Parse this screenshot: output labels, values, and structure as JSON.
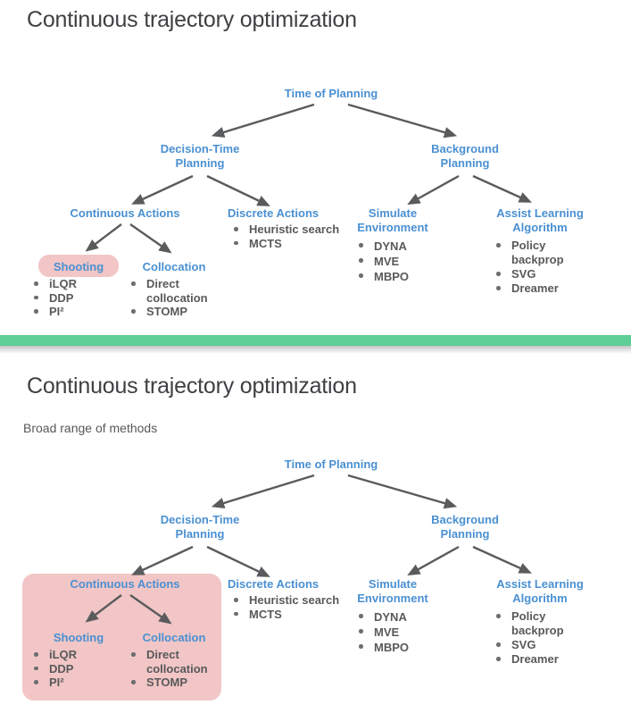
{
  "slide1": {
    "title": "Continuous trajectory optimization"
  },
  "slide2": {
    "title": "Continuous trajectory optimization",
    "subtitle": "Broad range of methods"
  },
  "tree": {
    "root": "Time of Planning",
    "decision_time": "Decision-Time Planning",
    "background": "Background Planning",
    "continuous": "Continuous Actions",
    "discrete": {
      "label": "Discrete Actions",
      "items": [
        "Heuristic search",
        "MCTS"
      ]
    },
    "shooting": {
      "label": "Shooting",
      "items": [
        "iLQR",
        "DDP",
        "PI²"
      ]
    },
    "collocation": {
      "label": "Collocation",
      "items": [
        "Direct collocation",
        "STOMP"
      ]
    },
    "simulate": {
      "label": "Simulate Environment",
      "items": [
        "DYNA",
        "MVE",
        "MBPO"
      ]
    },
    "assist": {
      "label": "Assist Learning Algorithm",
      "items": [
        "Policy backprop",
        "SVG",
        "Dreamer"
      ]
    }
  },
  "colors": {
    "accent_blue": "#4a90d2",
    "body_text": "#58595b",
    "title_text": "#3f4043",
    "highlight_pink": "#f2c6c6",
    "divider_green": "#5ecd96",
    "arrow_gray": "#5a5b5d"
  }
}
